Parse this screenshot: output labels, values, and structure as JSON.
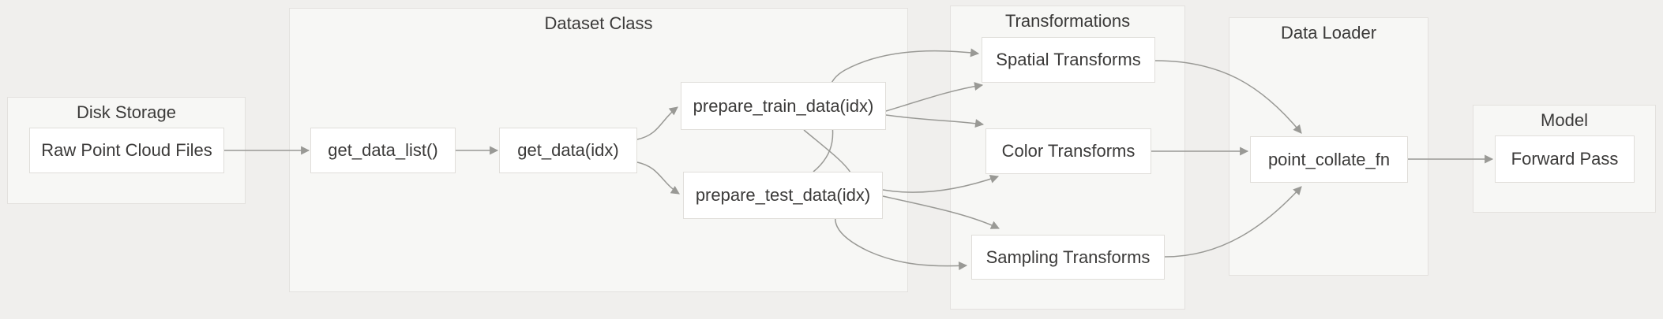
{
  "diagram": {
    "containers": {
      "disk_storage": {
        "title": "Disk Storage"
      },
      "dataset_class": {
        "title": "Dataset Class"
      },
      "transformations": {
        "title": "Transformations"
      },
      "data_loader": {
        "title": "Data Loader"
      },
      "model": {
        "title": "Model"
      }
    },
    "nodes": {
      "raw_files": {
        "label": "Raw Point Cloud Files"
      },
      "get_data_list": {
        "label": "get_data_list()"
      },
      "get_data": {
        "label": "get_data(idx)"
      },
      "prepare_train": {
        "label": "prepare_train_data(idx)"
      },
      "prepare_test": {
        "label": "prepare_test_data(idx)"
      },
      "spatial": {
        "label": "Spatial Transforms"
      },
      "color": {
        "label": "Color Transforms"
      },
      "sampling": {
        "label": "Sampling Transforms"
      },
      "point_collate": {
        "label": "point_collate_fn"
      },
      "forward_pass": {
        "label": "Forward Pass"
      }
    },
    "edges": [
      {
        "from": "raw_files",
        "to": "get_data_list"
      },
      {
        "from": "get_data_list",
        "to": "get_data"
      },
      {
        "from": "get_data",
        "to": "prepare_train"
      },
      {
        "from": "get_data",
        "to": "prepare_test"
      },
      {
        "from": "prepare_train",
        "to": "spatial"
      },
      {
        "from": "prepare_train",
        "to": "color"
      },
      {
        "from": "prepare_train",
        "to": "sampling"
      },
      {
        "from": "prepare_test",
        "to": "spatial"
      },
      {
        "from": "prepare_test",
        "to": "color"
      },
      {
        "from": "prepare_test",
        "to": "sampling"
      },
      {
        "from": "spatial",
        "to": "point_collate"
      },
      {
        "from": "color",
        "to": "point_collate"
      },
      {
        "from": "sampling",
        "to": "point_collate"
      },
      {
        "from": "point_collate",
        "to": "forward_pass"
      }
    ],
    "colors": {
      "page_bg": "#f0efed",
      "container_fill": "#f7f7f5",
      "container_border": "#e3e1de",
      "node_fill": "#ffffff",
      "node_border": "#e0deda",
      "arrow": "#999995",
      "text": "#3b3a39"
    }
  }
}
